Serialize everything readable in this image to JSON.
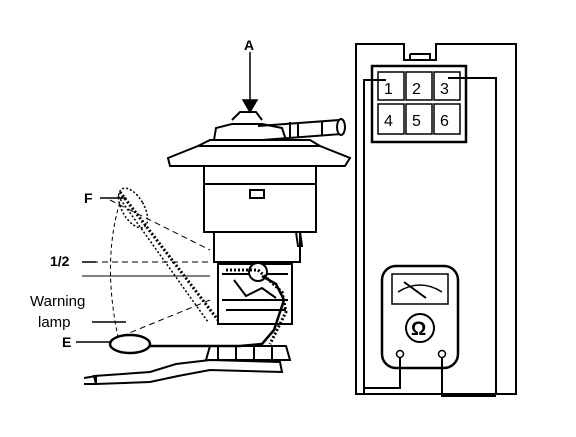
{
  "labels": {
    "a": "A",
    "f": "F",
    "half": "1/2",
    "warning_line1": "Warning",
    "warning_line2": "lamp",
    "e": "E"
  },
  "connector": {
    "pins": [
      "1",
      "2",
      "3",
      "4",
      "5",
      "6"
    ]
  },
  "meter": {
    "symbol": "Ω"
  },
  "icons": {
    "meter_symbol": "ohm-icon"
  }
}
